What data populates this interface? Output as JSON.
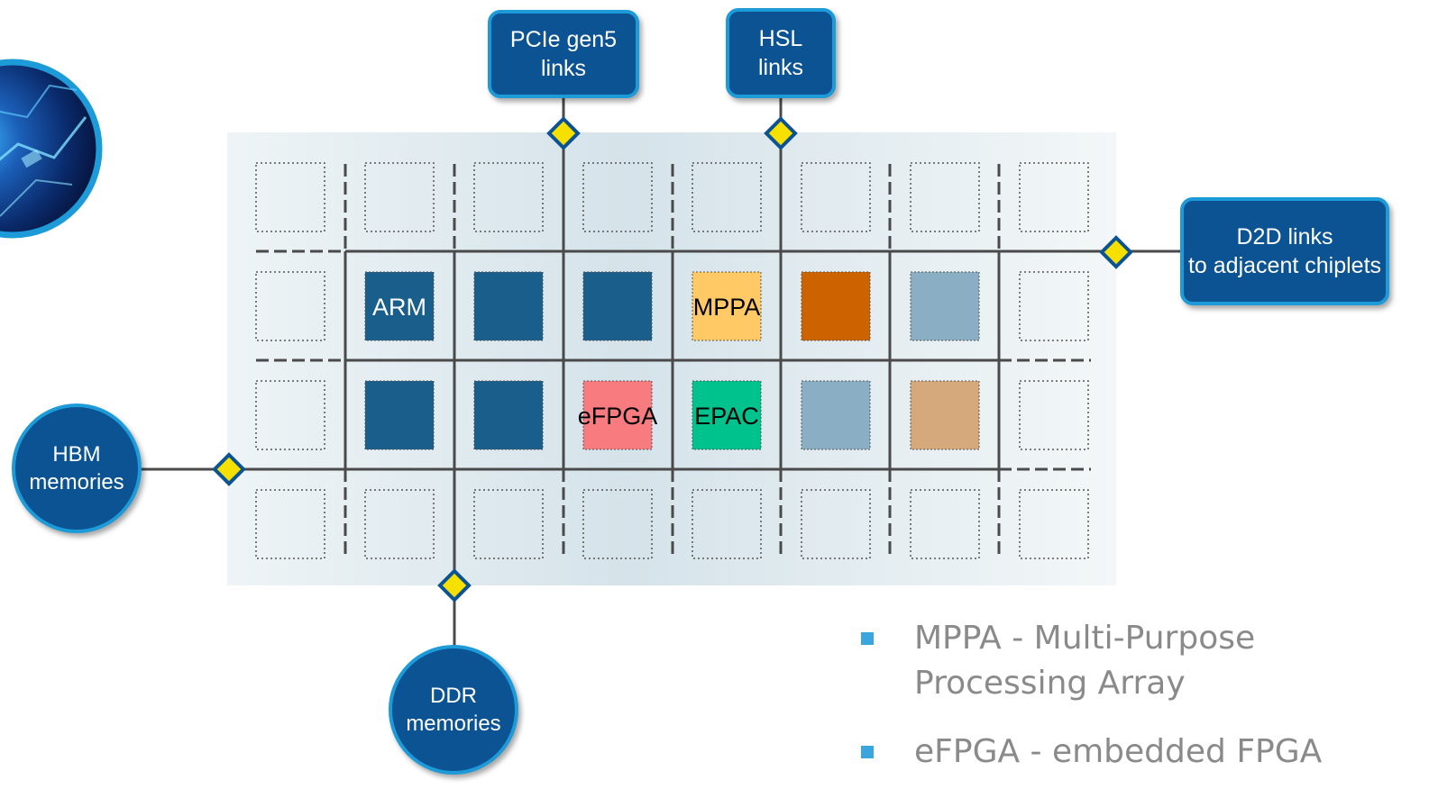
{
  "connectors": {
    "pcie": [
      "PCIe gen5",
      "links"
    ],
    "hsl": [
      "HSL",
      "links"
    ],
    "d2d": [
      "D2D links",
      "to adjacent chiplets"
    ],
    "hbm": [
      "HBM",
      "memories"
    ],
    "ddr": [
      "DDR",
      "memories"
    ]
  },
  "tiles": [
    {
      "name": "tile-arm",
      "label": "ARM",
      "color": "#1a5f8c",
      "text_color": "#ffffff"
    },
    {
      "name": "tile-blue-1",
      "label": "",
      "color": "#1a5f8c"
    },
    {
      "name": "tile-blue-2",
      "label": "",
      "color": "#1a5f8c"
    },
    {
      "name": "tile-mppa",
      "label": "MPPA",
      "color": "#ffc966",
      "text_color": "#000000"
    },
    {
      "name": "tile-orange",
      "label": "",
      "color": "#cc6200"
    },
    {
      "name": "tile-lightblue-1",
      "label": "",
      "color": "#8aafc4"
    },
    {
      "name": "tile-blue-3",
      "label": "",
      "color": "#1a5f8c"
    },
    {
      "name": "tile-blue-4",
      "label": "",
      "color": "#1a5f8c"
    },
    {
      "name": "tile-efpga",
      "label": "eFPGA",
      "color": "#f77b7f",
      "text_color": "#000000"
    },
    {
      "name": "tile-epac",
      "label": "EPAC",
      "color": "#00c28c",
      "text_color": "#000000"
    },
    {
      "name": "tile-lightblue-2",
      "label": "",
      "color": "#8aafc4"
    },
    {
      "name": "tile-tan",
      "label": "",
      "color": "#d6a97c"
    }
  ],
  "legend": [
    [
      "MPPA - Multi-Purpose",
      "Processing Array"
    ],
    [
      "eFPGA - embedded FPGA"
    ]
  ],
  "colors": {
    "box_fill": "#0c5394",
    "box_border": "#1d9bd8",
    "grid_line": "#4a4a4a",
    "diamond_fill": "#f5e000",
    "diamond_border": "#0c5394",
    "bullet": "#3aa6dd"
  }
}
